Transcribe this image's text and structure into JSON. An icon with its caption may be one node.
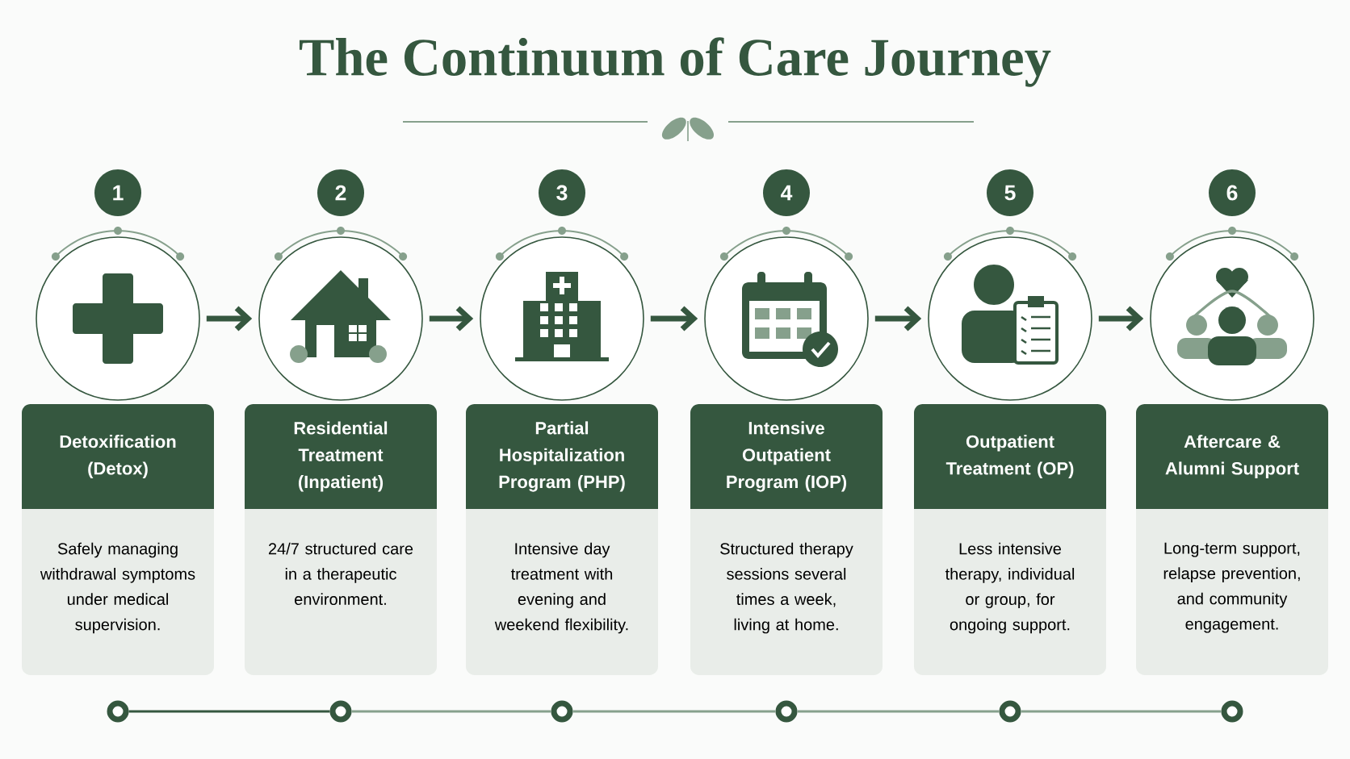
{
  "diagram": {
    "title": "The Continuum of Care Journey",
    "nodes": [
      {
        "text": [
          "1"
        ]
      },
      {
        "text": [
          "2"
        ]
      },
      {
        "text": [
          "3"
        ]
      },
      {
        "text": [
          "4"
        ]
      },
      {
        "text": [
          "5"
        ]
      },
      {
        "text": [
          "6"
        ]
      },
      {
        "text": [],
        "shape": "circle"
      },
      {
        "text": [],
        "shape": "circle"
      },
      {
        "text": [],
        "shape": "circle"
      },
      {
        "text": [],
        "shape": "circle"
      },
      {
        "text": [],
        "shape": "circle"
      },
      {
        "text": [],
        "shape": "circle"
      },
      {
        "text": [
          "Detoxification (Detox)",
          "Safely managing withdrawal symptoms under medical supervision."
        ]
      },
      {
        "text": [
          "Residential Treatment (Inpatient)",
          "24/7 structured care in a therapeutic environment."
        ]
      },
      {
        "text": [
          "Partial Hospitalization Program (PHP)",
          "Intensive day treatment with evening and weekend flexibility."
        ]
      },
      {
        "text": [
          "Intensive Outpatient Program (IOP)",
          "Structured therapy sessions several times a week, living at home."
        ]
      },
      {
        "text": [
          "Outpatient Treatment (OP)",
          "Less intensive therapy, individual or group, for ongoing support."
        ]
      },
      {
        "text": [
          "Aftercare & Alumni Support",
          "Long-term support, relapse prevention, and community engagement."
        ]
      },
      {
        "text": [],
        "shape": "circle"
      },
      {
        "text": [],
        "shape": "circle"
      },
      {
        "text": [],
        "shape": "circle"
      },
      {
        "text": [],
        "shape": "circle"
      },
      {
        "text": [],
        "shape": "circle"
      },
      {
        "text": [],
        "shape": "circle"
      }
    ],
    "edges": [
      {
        "from": 6,
        "to": 7,
        "arrow": "to",
        "style": "thick"
      },
      {
        "from": 7,
        "to": 8,
        "arrow": "to",
        "style": "thick"
      },
      {
        "from": 8,
        "to": 9,
        "arrow": "to",
        "style": "thick"
      },
      {
        "from": 9,
        "to": 10,
        "arrow": "to",
        "style": "thick"
      },
      {
        "from": 10,
        "to": 11,
        "arrow": "to",
        "style": "thick"
      },
      {
        "from": 18,
        "to": 19,
        "arrow": "none"
      },
      {
        "from": 19,
        "to": 20,
        "arrow": "none",
        "color": "#86a08c"
      },
      {
        "from": 20,
        "to": 21,
        "arrow": "none",
        "color": "#86a08c"
      },
      {
        "from": 21,
        "to": 22,
        "arrow": "none",
        "color": "#86a08c"
      },
      {
        "from": 22,
        "to": 23,
        "arrow": "none",
        "color": "#86a08c"
      }
    ]
  }
}
